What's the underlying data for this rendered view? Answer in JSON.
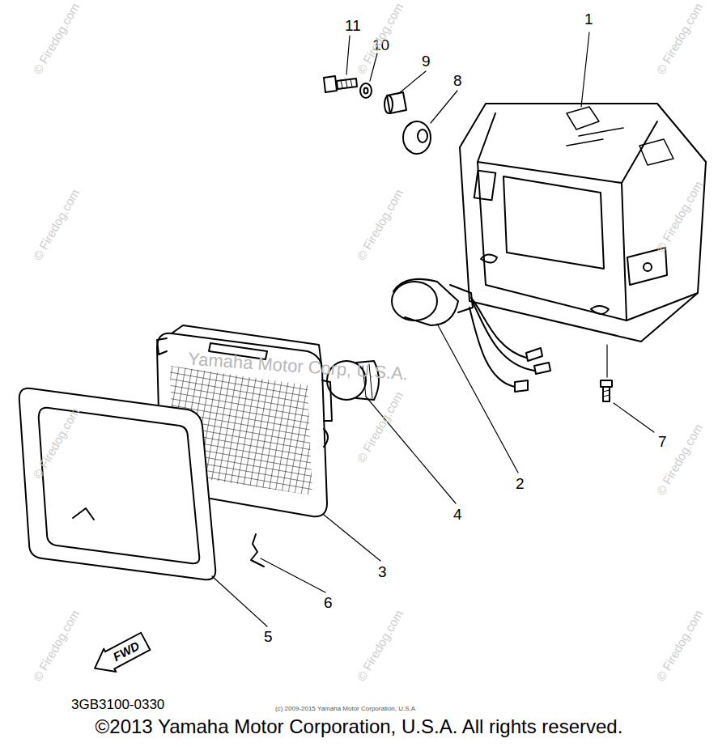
{
  "diagram": {
    "caption": "©2013 Yamaha Motor Corporation, U.S.A. All rights reserved.",
    "nodes": [
      {
        "text": [
          "FWD"
        ]
      }
    ],
    "labels": [
      "11",
      "10",
      "9",
      "8",
      "1",
      "7",
      "2",
      "4",
      "3",
      "6",
      "5",
      "Yamaha Motor Corp, U.S.A.",
      "3GB3100-0330",
      "(c) 2009-2015 Yamaha Motor Corporation, U.S.A",
      "© Firedog.com",
      "© Firedog.com",
      "© Firedog.com",
      "© Firedog.com",
      "© Firedog.com",
      "© Firedog.com",
      "© Firedog.com",
      "© Firedog.com",
      "© Firedog.com",
      "© Firedog.com",
      "© Firedog.com",
      "© Firedog.com"
    ]
  }
}
